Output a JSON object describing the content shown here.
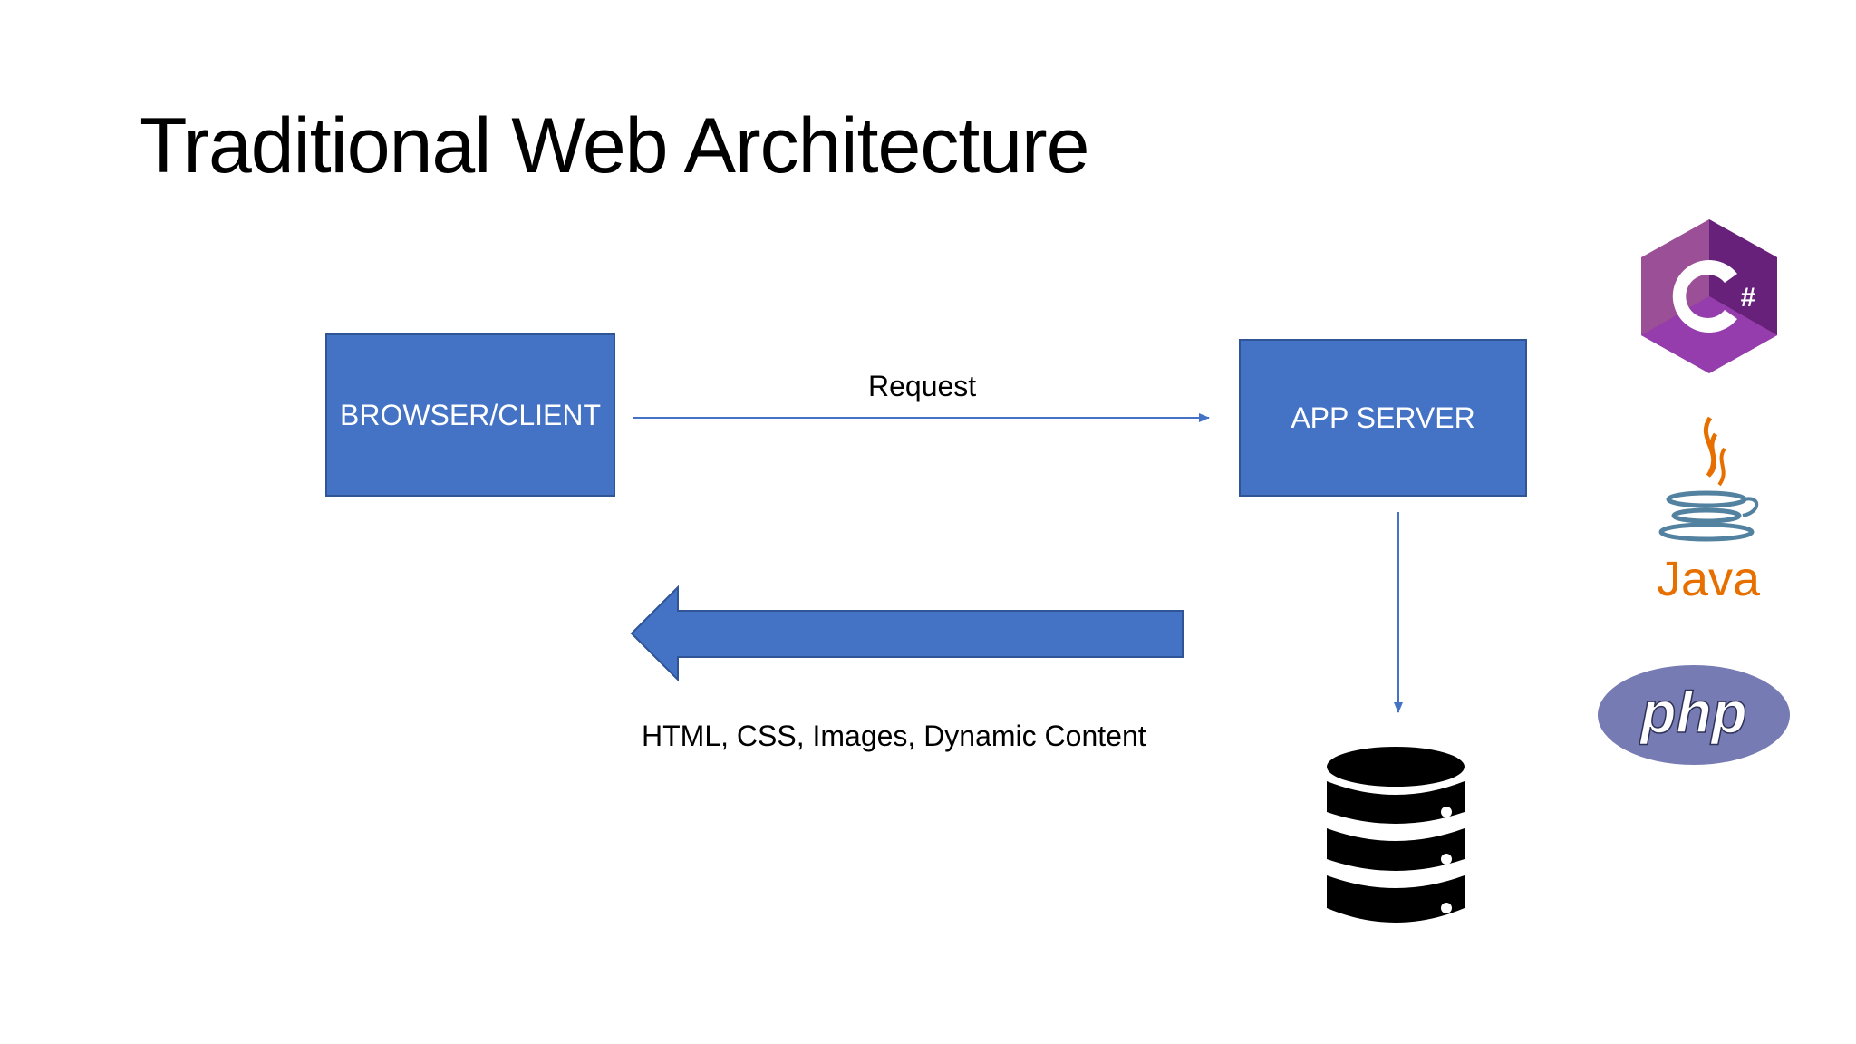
{
  "slide": {
    "title": "Traditional Web Architecture"
  },
  "nodes": {
    "client": {
      "label": "BROWSER/CLIENT"
    },
    "server": {
      "label": "APP SERVER"
    }
  },
  "edges": {
    "request": {
      "label": "Request"
    },
    "response": {
      "label": "HTML, CSS, Images, Dynamic Content"
    }
  },
  "icons": {
    "database": "database-icon",
    "csharp": "csharp-logo-icon",
    "java": "java-logo-icon",
    "php": "php-logo-icon"
  },
  "logos": {
    "csharp_text": "#",
    "java_text": "Java",
    "php_text": "php"
  },
  "colors": {
    "box_fill": "#4472c4",
    "box_border": "#2f5597",
    "arrow": "#4472c4",
    "db": "#000000",
    "csharp_dark": "#68217a",
    "csharp_light": "#9b4f96",
    "java_red": "#e76f00",
    "java_blue": "#5382a1",
    "php": "#777bb3"
  }
}
